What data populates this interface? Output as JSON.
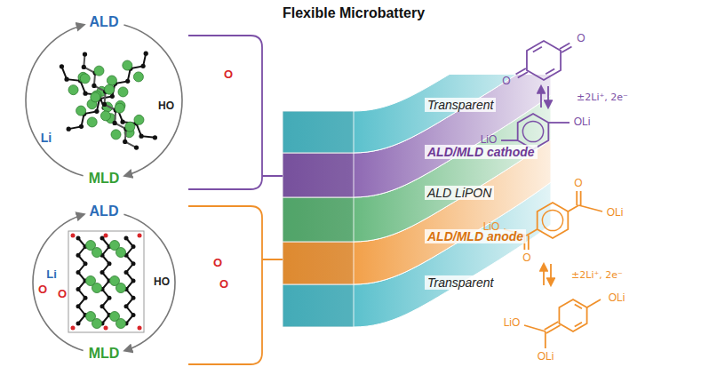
{
  "diagram": {
    "title": "Flexible Microbattery",
    "nodes": [
      {
        "text": [
          "ALD",
          "MLD"
        ]
      },
      {
        "text": [
          "ALD",
          "MLD"
        ]
      }
    ],
    "labels": [
      "Li",
      "HO",
      "O",
      "O",
      "Li",
      "O",
      "HO",
      "O",
      "O",
      "Transparent",
      "ALD/MLD cathode",
      "ALD LiPON",
      "ALD/MLD anode",
      "Transparent",
      "O",
      "O",
      "±2Li⁺, 2e⁻",
      "LiO",
      "OLi",
      "O",
      "O",
      "LiO",
      "OLi",
      "±2Li⁺, 2e⁻",
      "LiO",
      "OLi",
      "OLi"
    ]
  }
}
